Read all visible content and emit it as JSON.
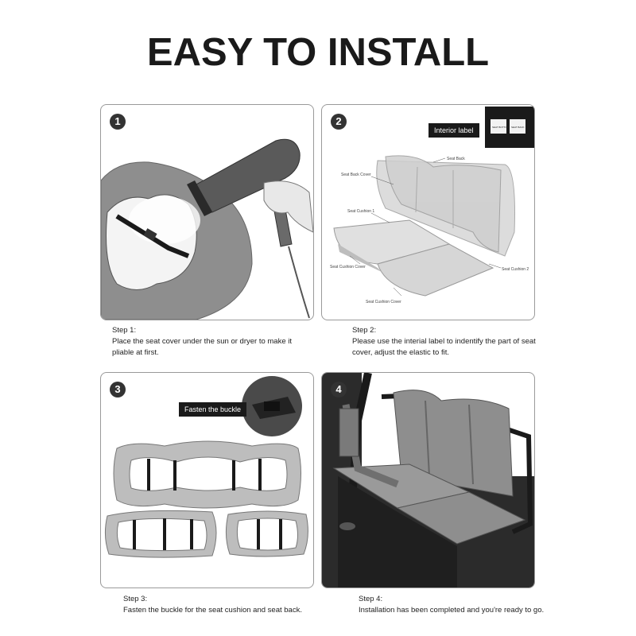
{
  "header": {
    "title": "EASY TO INSTALL"
  },
  "steps": [
    {
      "number": "1",
      "title": "Step 1:",
      "text": "Place the seat cover under the sun or dryer to make it pliable at first."
    },
    {
      "number": "2",
      "title": "Step 2:",
      "text_line1": "Please use the interial label to indentify the part of seat",
      "text_line2": "cover, adjust the elastic to fit.",
      "callout": "Interior label",
      "tags": [
        "SEAT BOTTOM",
        "SEAT BACK"
      ],
      "labels": {
        "seat_back": "Seat Back",
        "seat_back_cover": "Seat Back Cover",
        "seat_cushion_1": "Seat Cushion 1",
        "seat_cushion_cover_1": "Seat Cushion Cover",
        "seat_cushion_2": "Seat Cushion 2",
        "seat_cushion_cover_2": "Seat Cushion Cover"
      }
    },
    {
      "number": "3",
      "title": "Step 3:",
      "text": "Fasten the buckle for the seat cushion and seat back.",
      "callout": "Fasten the buckle"
    },
    {
      "number": "4",
      "title": "Step 4:",
      "text": "Installation has been completed and you're ready to go."
    }
  ],
  "colors": {
    "cover_gray": "#8e8e8e",
    "outline": "#9a9a9a",
    "dark": "#1a1a1a"
  }
}
